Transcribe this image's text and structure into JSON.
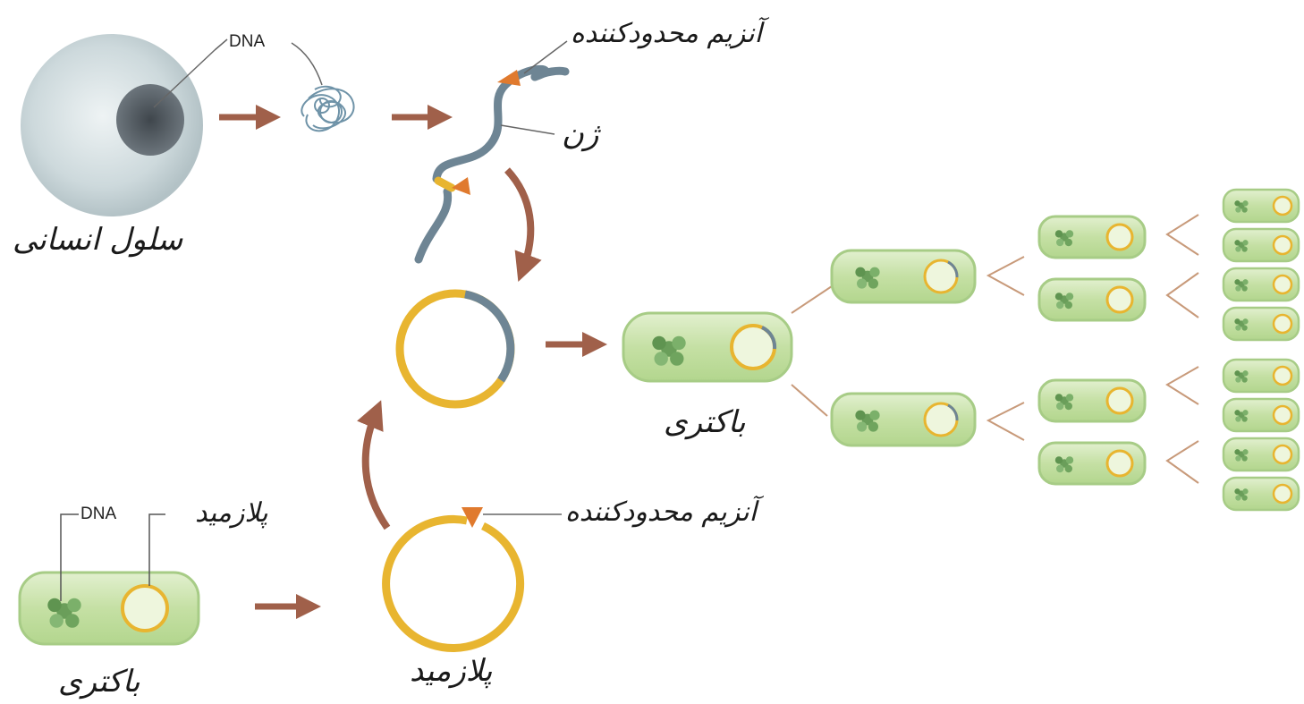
{
  "labels": {
    "human_cell": "سلول انسانی",
    "dna_top": "DNA",
    "restriction_enzyme_top": "آنزیم محدودکننده",
    "gene": "ژن",
    "bacterium_middle": "باکتری",
    "dna_bottom": "DNA",
    "plasmid_in_bacterium": "پلازمید",
    "restriction_enzyme_bottom": "آنزیم محدودکننده",
    "plasmid_cut": "پلازمید",
    "bacterium_bottom": "باکتری"
  },
  "colors": {
    "arrow": "#a0604a",
    "plasmid": "#e8b530",
    "gene_strand": "#6e8594",
    "cell_green": "#c9e3a8",
    "cell_border": "#97c27a",
    "enzyme": "#e07a2e",
    "human_cell": "#d3dde0",
    "nucleus": "#555e66"
  }
}
